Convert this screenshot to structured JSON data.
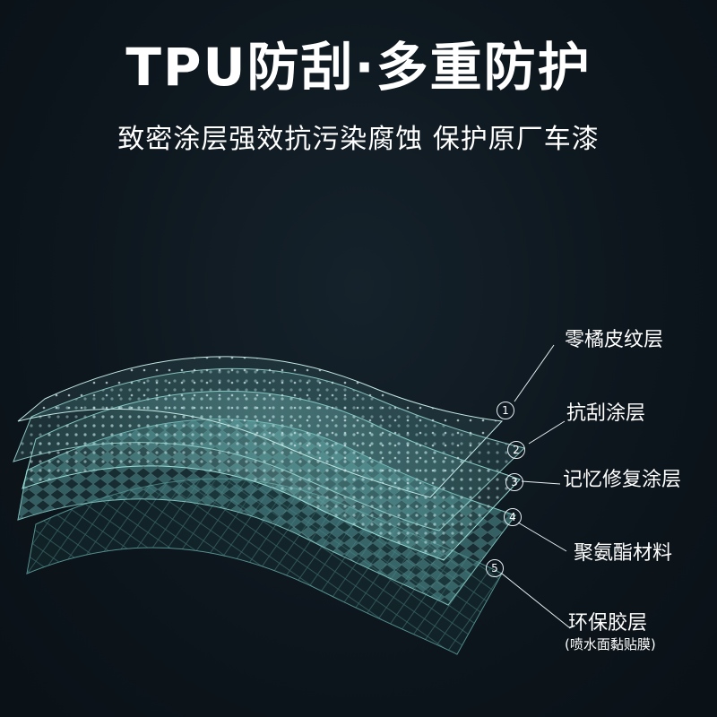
{
  "header": {
    "title": "TPU防刮·多重防护",
    "subtitle": "致密涂层强效抗污染腐蚀 保护原厂车漆"
  },
  "layers": [
    {
      "number": "1",
      "name": "零橘皮纹层"
    },
    {
      "number": "2",
      "name": "抗刮涂层"
    },
    {
      "number": "3",
      "name": "记忆修复涂层"
    },
    {
      "number": "4",
      "name": "聚氨酯材料"
    },
    {
      "number": "5",
      "name": "环保胶层",
      "note": "(喷水面黏贴膜)"
    }
  ],
  "colors": {
    "background": "#0d161d",
    "film_teal": "#5fb0b0",
    "text": "#ffffff"
  }
}
